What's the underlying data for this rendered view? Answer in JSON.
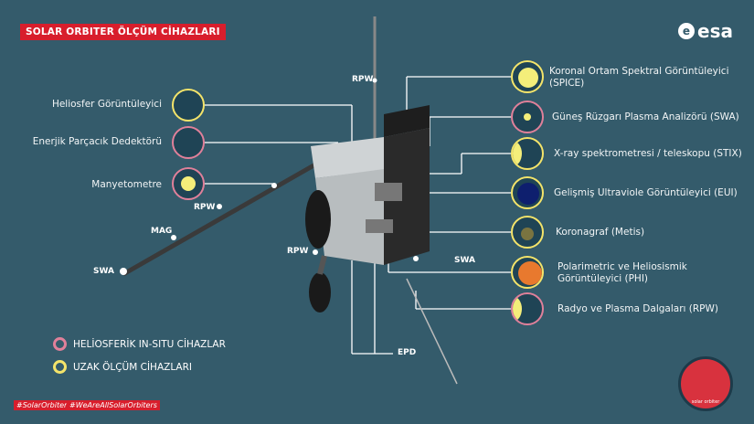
{
  "title": "SOLAR ORBITER ÖLÇÜM CİHAZLARI",
  "logo": "esa",
  "left_instruments": [
    {
      "label": "Heliosfer Görüntüleyici",
      "type": "remote"
    },
    {
      "label": "Enerjik Parçacık Dedektörü",
      "type": "in-situ"
    },
    {
      "label": "Manyetometre",
      "type": "in-situ"
    }
  ],
  "right_instruments": [
    {
      "label": "Koronal Ortam Spektral Görüntüleyici (SPICE)",
      "type": "remote"
    },
    {
      "label": "Güneş Rüzgarı Plasma Analizörü (SWA)",
      "type": "in-situ"
    },
    {
      "label": "X-ray spektrometresi / teleskopu (STIX)",
      "type": "remote"
    },
    {
      "label": "Gelişmiş Ultraviole Görüntüleyici (EUI)",
      "type": "remote"
    },
    {
      "label": "Koronagraf (Metis)",
      "type": "remote"
    },
    {
      "label": "Polarimetric ve Heliosismik Görüntüleyici (PHI)",
      "type": "remote"
    },
    {
      "label": "Radyo ve Plasma Dalgaları (RPW)",
      "type": "in-situ"
    }
  ],
  "spacecraft_tags": {
    "rpw_top": "RPW",
    "rpw_boom": "RPW",
    "mag": "MAG",
    "swa_boom": "SWA",
    "rpw_low": "RPW",
    "swa_right": "SWA",
    "epd": "EPD"
  },
  "legend": [
    {
      "label": "HELİOSFERİK IN-SITU CİHAZLAR",
      "color": "#e0809a"
    },
    {
      "label": "UZAK ÖLÇÜM CİHAZLARI",
      "color": "#f4e46a"
    }
  ],
  "hashtags": [
    "#SolarOrbiter",
    "#WeAreAllSolarOrbiters"
  ],
  "badge_text": "solar orbiter",
  "colors": {
    "background": "#345b6b",
    "accent": "#d81e2c",
    "in_situ": "#e0809a",
    "remote": "#f4e46a"
  }
}
